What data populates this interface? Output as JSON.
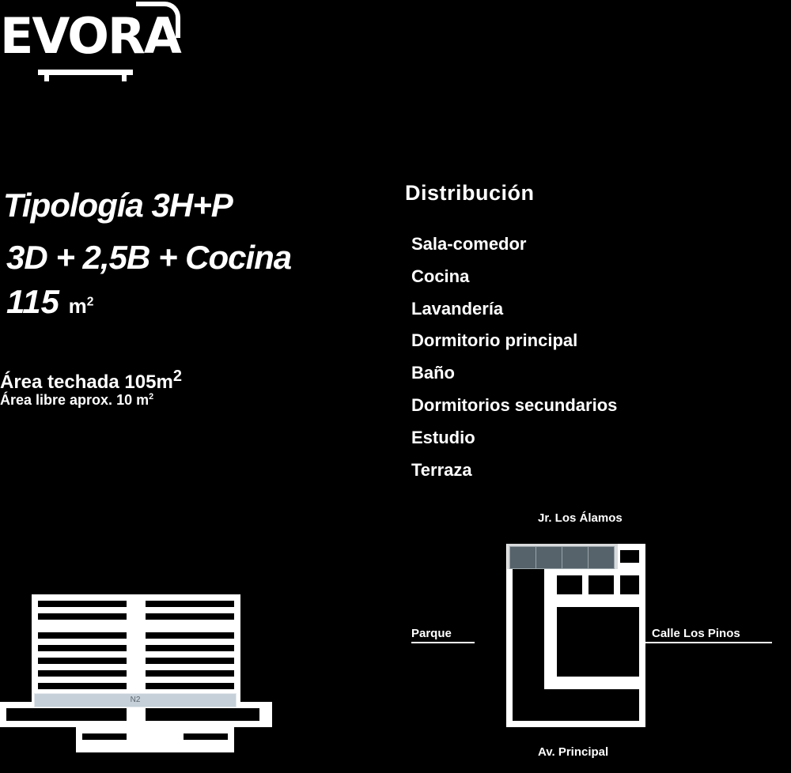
{
  "brand": {
    "logo_text": "EVORA"
  },
  "typology": {
    "title": "Tipología 3H+P",
    "rooms": "3D + 2,5B + Cocina",
    "area_value": "115",
    "area_unit": "m",
    "area_exp": "2",
    "roofed_label": "Área techada",
    "roofed_value": "105",
    "roofed_unit": "m",
    "roofed_exp": "2",
    "free_label": "Área libre aprox.",
    "free_value": "10 m",
    "free_exp": "2"
  },
  "distribution": {
    "title": "Distribución",
    "items": [
      "Sala-comedor",
      "Cocina",
      "Lavandería",
      "Dormitorio principal",
      "Baño",
      "Dormitorios secundarios",
      "Estudio",
      "Terraza"
    ]
  },
  "elevation": {
    "highlight_floor": "N2",
    "highlight_color": "#c5d0d8"
  },
  "floor_plan": {
    "label_top": "Jr. Los Álamos",
    "label_bottom": "Av. Principal",
    "label_left": "Parque",
    "label_right": "Calle Los Pinos",
    "unit_color": "#56636b",
    "highlighted_units": 4
  }
}
